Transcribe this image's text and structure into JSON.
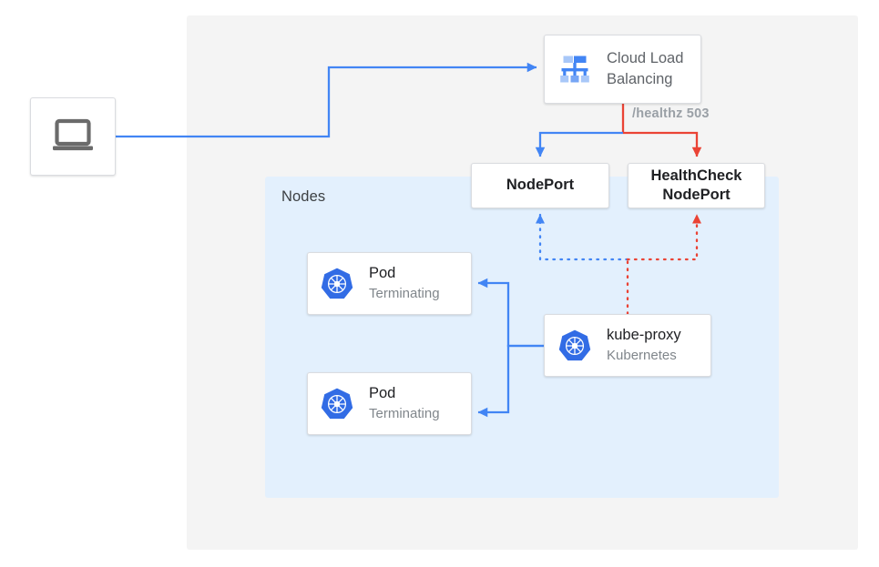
{
  "diagram": {
    "title": "Kubernetes NodePort health check with terminating pods",
    "colors": {
      "blue": "#4285f4",
      "red": "#ea4335",
      "k8s_blue": "#326ce5",
      "panel_gray": "#f4f4f4",
      "panel_blue": "#e3f0fd",
      "text_dark": "#202124",
      "text_muted": "#5f6368",
      "text_sub": "#80868b",
      "card_border": "#dadce0"
    }
  },
  "outer_panel": {
    "name": "cloud-environment-panel"
  },
  "nodes_panel": {
    "label": "Nodes"
  },
  "client": {
    "icon": "laptop-icon",
    "label": ""
  },
  "load_balancer": {
    "icon": "cloud-load-balancing-icon",
    "title": "Cloud Load",
    "title_line2": "Balancing",
    "full_label": "Cloud Load Balancing"
  },
  "health_check": {
    "label": "/healthz 503"
  },
  "ports": [
    {
      "id": "nodeport",
      "label": "NodePort",
      "line1": "NodePort",
      "line2": ""
    },
    {
      "id": "healthcheck-nodeport",
      "label": "HealthCheck NodePort",
      "line1": "HealthCheck",
      "line2": "NodePort"
    }
  ],
  "pods": [
    {
      "icon": "kubernetes-icon",
      "title": "Pod",
      "status": "Terminating"
    },
    {
      "icon": "kubernetes-icon",
      "title": "Pod",
      "status": "Terminating"
    }
  ],
  "kube_proxy": {
    "icon": "kubernetes-icon",
    "title": "kube-proxy",
    "subtitle": "Kubernetes"
  },
  "connections": [
    {
      "from": "client",
      "to": "load-balancer",
      "style": "solid",
      "color": "#4285f4"
    },
    {
      "from": "load-balancer",
      "to": "nodeport",
      "style": "solid",
      "color": "#4285f4"
    },
    {
      "from": "load-balancer",
      "to": "healthcheck-nodeport",
      "style": "solid",
      "color": "#ea4335"
    },
    {
      "from": "kube-proxy",
      "to": "nodeport",
      "style": "dotted",
      "color": "#4285f4"
    },
    {
      "from": "kube-proxy",
      "to": "healthcheck-nodeport",
      "style": "dotted",
      "color": "#ea4335"
    },
    {
      "from": "kube-proxy",
      "to": "pod-1",
      "style": "solid",
      "color": "#4285f4"
    },
    {
      "from": "kube-proxy",
      "to": "pod-2",
      "style": "solid",
      "color": "#4285f4"
    }
  ]
}
